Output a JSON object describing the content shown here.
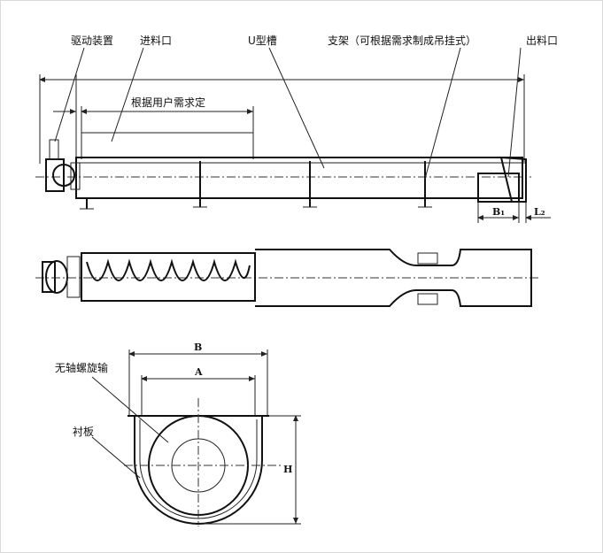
{
  "labels": {
    "drive": "驱动装置",
    "inlet": "进料口",
    "trough": "U型槽",
    "support": "支架（可根据需求制成吊挂式）",
    "outlet": "出料口",
    "length_note": "根据用户需求定",
    "shaftless_screw": "无轴螺旋输",
    "liner": "衬板"
  },
  "dims": {
    "B1": "B₁",
    "L2": "L₂",
    "B": "B",
    "A": "A",
    "H": "H"
  },
  "colors": {
    "line": "#222222",
    "background": "#ffffff"
  }
}
